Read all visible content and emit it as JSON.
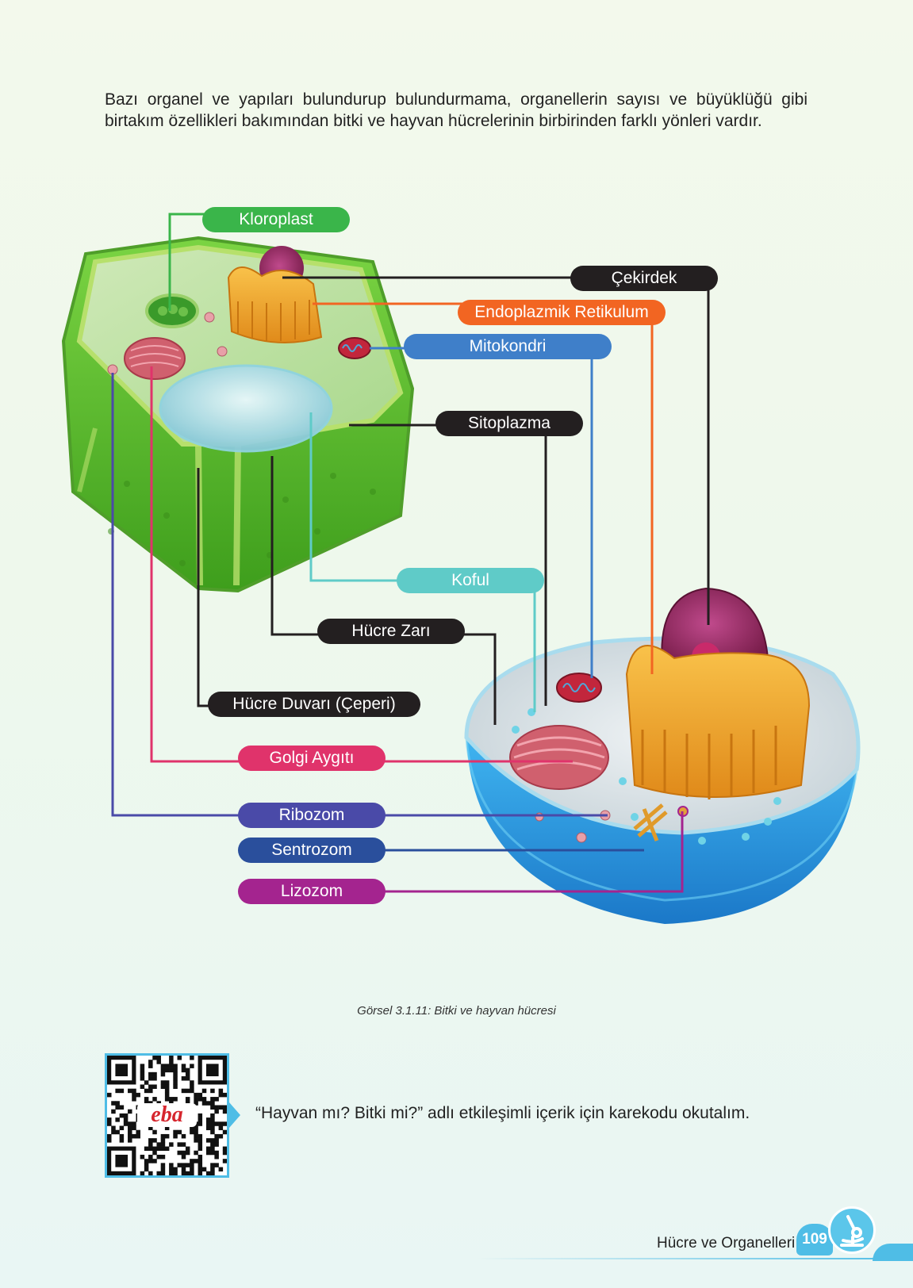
{
  "intro_text": "Bazı organel ve yapıları bulundurup bulundurmama, organellerin sayısı ve büyüklüğü gibi birtakım özellikleri bakımından bitki ve hayvan hücrelerinin birbirinden farklı yönleri vardır.",
  "labels": {
    "kloroplast": "Kloroplast",
    "cekirdek": "Çekirdek",
    "er": "Endoplazmik Retikulum",
    "mitokondri": "Mitokondri",
    "sitoplazma": "Sitoplazma",
    "koful": "Koful",
    "hucre_zari": "Hücre Zarı",
    "hucre_duvari": "Hücre Duvarı (Çeperi)",
    "golgi": "Golgi Aygıtı",
    "ribozom": "Ribozom",
    "sentrozom": "Sentrozom",
    "lizozom": "Lizozom"
  },
  "colors": {
    "kloroplast": "#3ab54a",
    "cekirdek": "#231f20",
    "er": "#f26522",
    "mitokondri": "#3f7fc9",
    "sitoplazma": "#231f20",
    "koful": "#5fcbc8",
    "hucre_zari": "#231f20",
    "hucre_duvari": "#231f20",
    "golgi": "#e0336b",
    "ribozom": "#4a4aa8",
    "sentrozom": "#2a4f9c",
    "lizozom": "#a4248f"
  },
  "caption": "Görsel 3.1.11: Bitki ve hayvan hücresi",
  "qr": {
    "logo_text": "eba",
    "text": "“Hayvan mı? Bitki mi?” adlı etkileşimli içerik için karekodu okutalım."
  },
  "footer": {
    "section_title": "Hücre ve Organelleri",
    "page_number": "109",
    "icon": "microscope-icon"
  }
}
